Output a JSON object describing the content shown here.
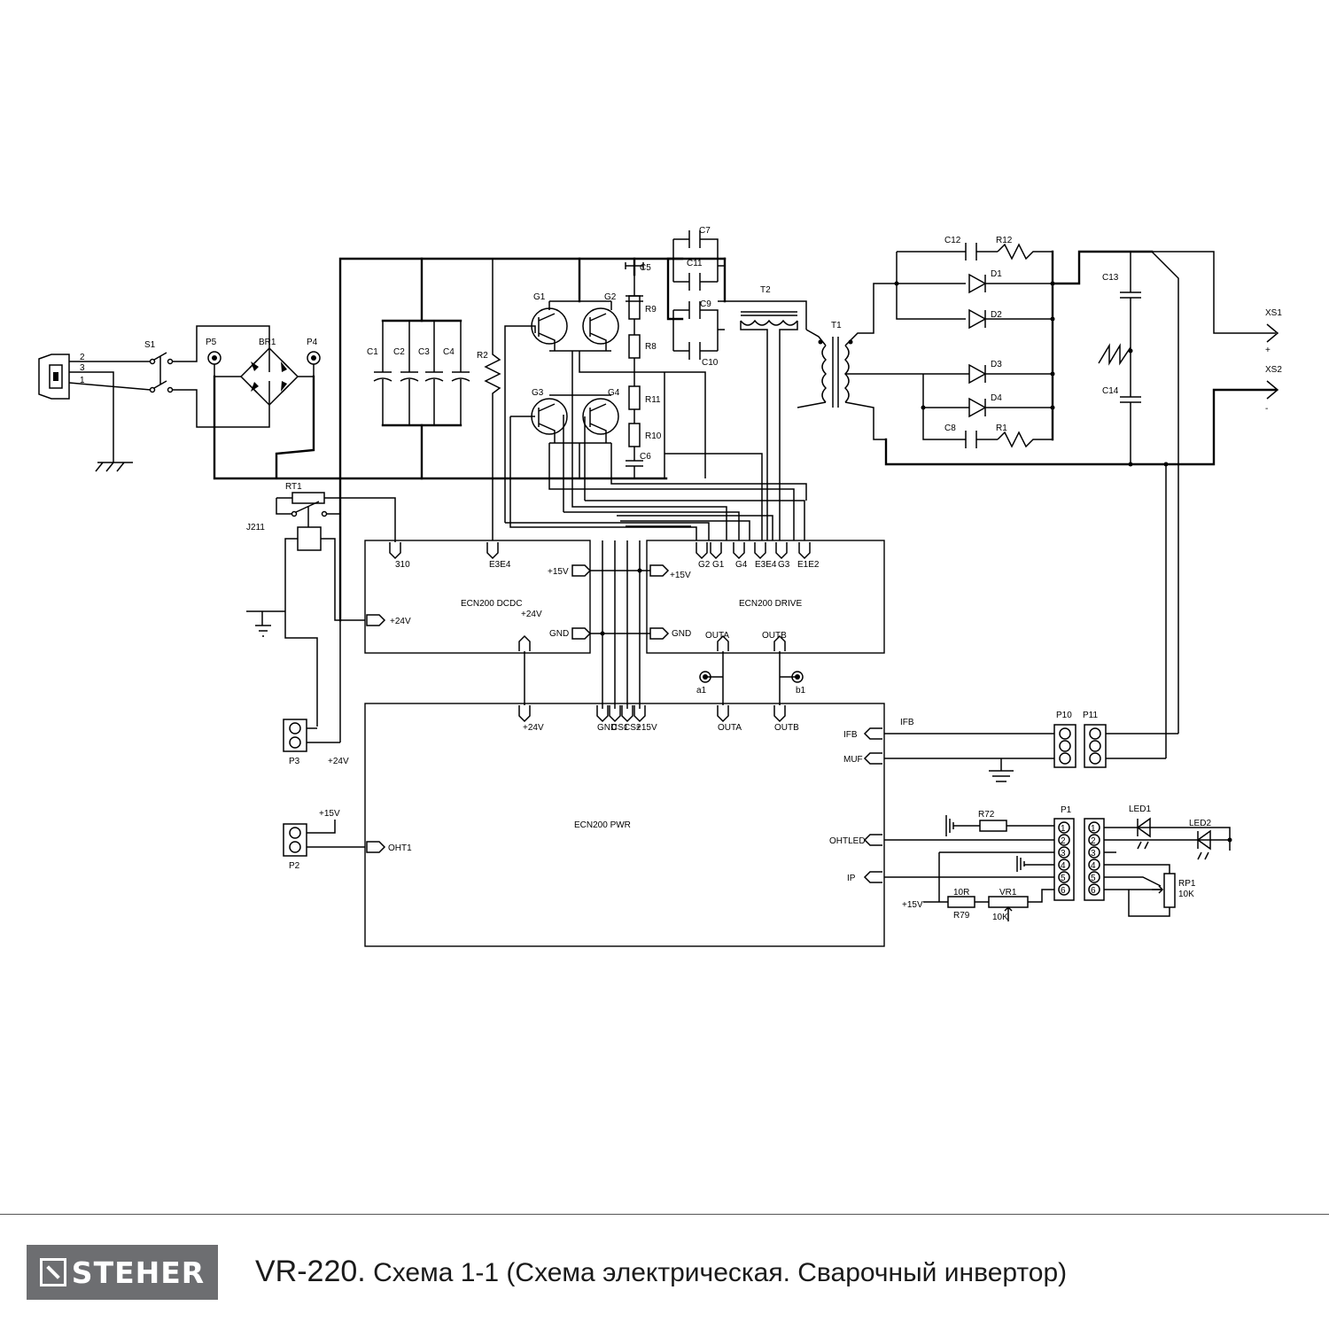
{
  "footer": {
    "brand": "STEHER",
    "model": "VR-220.",
    "caption": "Схема 1-1 (Схема электрическая. Сварочный инвертор)"
  },
  "modules": {
    "dcdc": "ECN200 DCDC",
    "drive": "ECN200 DRIVE",
    "pwr": "ECN200 PWR"
  },
  "designators": {
    "S1": "S1",
    "P5": "P5",
    "BR1": "BR1",
    "P4": "P4",
    "RT1": "RT1",
    "J211": "J211",
    "P3": "P3",
    "P2": "P2",
    "C1": "C1",
    "C2": "C2",
    "C3": "C3",
    "C4": "C4",
    "R2": "R2",
    "G1": "G1",
    "G2": "G2",
    "G3": "G3",
    "G4": "G4",
    "C5": "C5",
    "R9": "R9",
    "R8": "R8",
    "R11": "R11",
    "R10": "R10",
    "C6": "C6",
    "C7": "C7",
    "C11": "C11",
    "C9": "C9",
    "C10": "C10",
    "T2": "T2",
    "T1": "T1",
    "C12": "C12",
    "R12": "R12",
    "D1": "D1",
    "D2": "D2",
    "D3": "D3",
    "D4": "D4",
    "C8": "C8",
    "R1": "R1",
    "C13": "C13",
    "C14": "C14",
    "XS1": "XS1",
    "XS2": "XS2",
    "P10": "P10",
    "P11": "P11",
    "P1": "P1",
    "LED1": "LED1",
    "LED2": "LED2",
    "R72": "R72",
    "R79": "R79",
    "VR1": "VR1",
    "RP1": "RP1"
  },
  "values": {
    "r79": "10R",
    "vr1": "10K",
    "rp1": "10K"
  },
  "pins": {
    "ac_2": "2",
    "ac_3": "3",
    "ac_1": "1",
    "dcdc_top_left": "310",
    "dcdc_e3e4": "E3E4",
    "dcdc_15v": "+15V",
    "dcdc_gnd": "GND",
    "dcdc_24v_in": "+24V",
    "dcdc_24v_out": "+24V",
    "drv_15v": "+15V",
    "drv_gnd": "GND",
    "drv_g2": "G2",
    "drv_g1": "G1",
    "drv_g4": "G4",
    "drv_e3e4": "E3E4",
    "drv_g3": "G3",
    "drv_e1e2": "E1E2",
    "drv_outa": "OUTA",
    "drv_outb": "OUTB",
    "a1": "a1",
    "b1": "b1",
    "pwr_24v": "+24V",
    "pwr_gnd": "GND",
    "pwr_cs1": "CS1",
    "pwr_cs2": "CS2",
    "pwr_15v": "+15V",
    "pwr_outa": "OUTA",
    "pwr_outb": "OUTB",
    "pwr_ifb": "IFB",
    "pwr_muf": "MUF",
    "pwr_oht1": "OHT1",
    "pwr_ohtled": "OHTLED",
    "pwr_ip": "IP",
    "ifb_net": "IFB",
    "p3_24v": "+24V",
    "p2_15v": "+15V",
    "p1_15v": "+15V",
    "xs1_sign": "+",
    "xs2_sign": "-",
    "n1": "1",
    "n2": "2",
    "n3": "3",
    "n4": "4",
    "n5": "5",
    "n6": "6"
  }
}
